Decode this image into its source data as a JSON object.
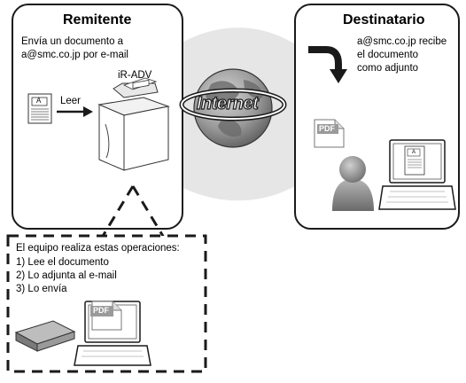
{
  "sender": {
    "title": "Remitente",
    "description_lines": [
      "Envía un documento a",
      "a@smc.co.jp por e-mail"
    ],
    "device_label": "iR-ADV",
    "action_label": "Leer",
    "document_letter": "A"
  },
  "center": {
    "globe_label": "Internet"
  },
  "recipient": {
    "title": "Destinatario",
    "description_lines": [
      "a@smc.co.jp recibe",
      "el documento",
      "como adjunto"
    ],
    "attachment_icon_label": "PDF",
    "document_letter": "A"
  },
  "operations": {
    "heading": "El equipo realiza estas operaciones:",
    "steps": [
      "1) Lee el documento",
      "2) Lo adjunta al e-mail",
      "3) Lo envía"
    ],
    "attachment_icon_label": "PDF"
  },
  "colors": {
    "panel_border": "#1a1a1a",
    "band_fill": "#e6e6e6",
    "globe_gray": "#8c8c8c",
    "pdf_gray": "#9a9a9a"
  },
  "icons": [
    "document-icon",
    "arrow-right-icon",
    "printer-icon",
    "globe-icon",
    "curved-arrow-icon",
    "pdf-icon",
    "user-icon",
    "laptop-icon",
    "scanner-icon"
  ]
}
